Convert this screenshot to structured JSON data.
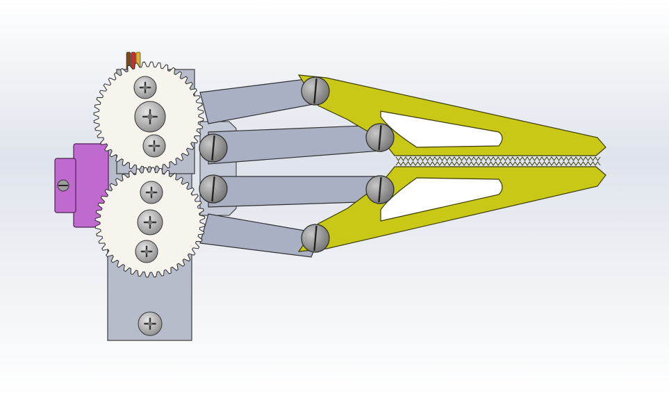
{
  "scene": {
    "background_top": "#ffffff",
    "background_bottom": "#eef0f3",
    "background_accent": "#dfe4ec"
  },
  "colors": {
    "gear_fill": "#f7f3ed",
    "gear_edge": "#2b2b2b",
    "bracket_fill": "#b7bccb",
    "bracket_edge": "#3a3a3a",
    "link_fill": "#a9b0c4",
    "link_edge": "#2f2f2f",
    "finger_fill": "#c9c816",
    "finger_edge": "#3a3a00",
    "hub_fill": "#c06ad0",
    "hub_edge": "#4a2050",
    "screw_fill": "#9c9c9c",
    "screw_edge": "#333333",
    "wire_colors": [
      "#7a4a1c",
      "#c8322a",
      "#e0b22b"
    ]
  },
  "components": {
    "gears": [
      {
        "name": "upper-spur-gear",
        "teeth": 44
      },
      {
        "name": "lower-spur-gear",
        "teeth": 44
      }
    ],
    "links": [
      "top-outer-link",
      "top-inner-link",
      "bottom-inner-link",
      "bottom-outer-link"
    ],
    "fingers": [
      "upper-finger",
      "lower-finger"
    ],
    "hub": "motor-coupling-hub",
    "bracket": "mounting-bracket",
    "wires": "servo-cable"
  }
}
